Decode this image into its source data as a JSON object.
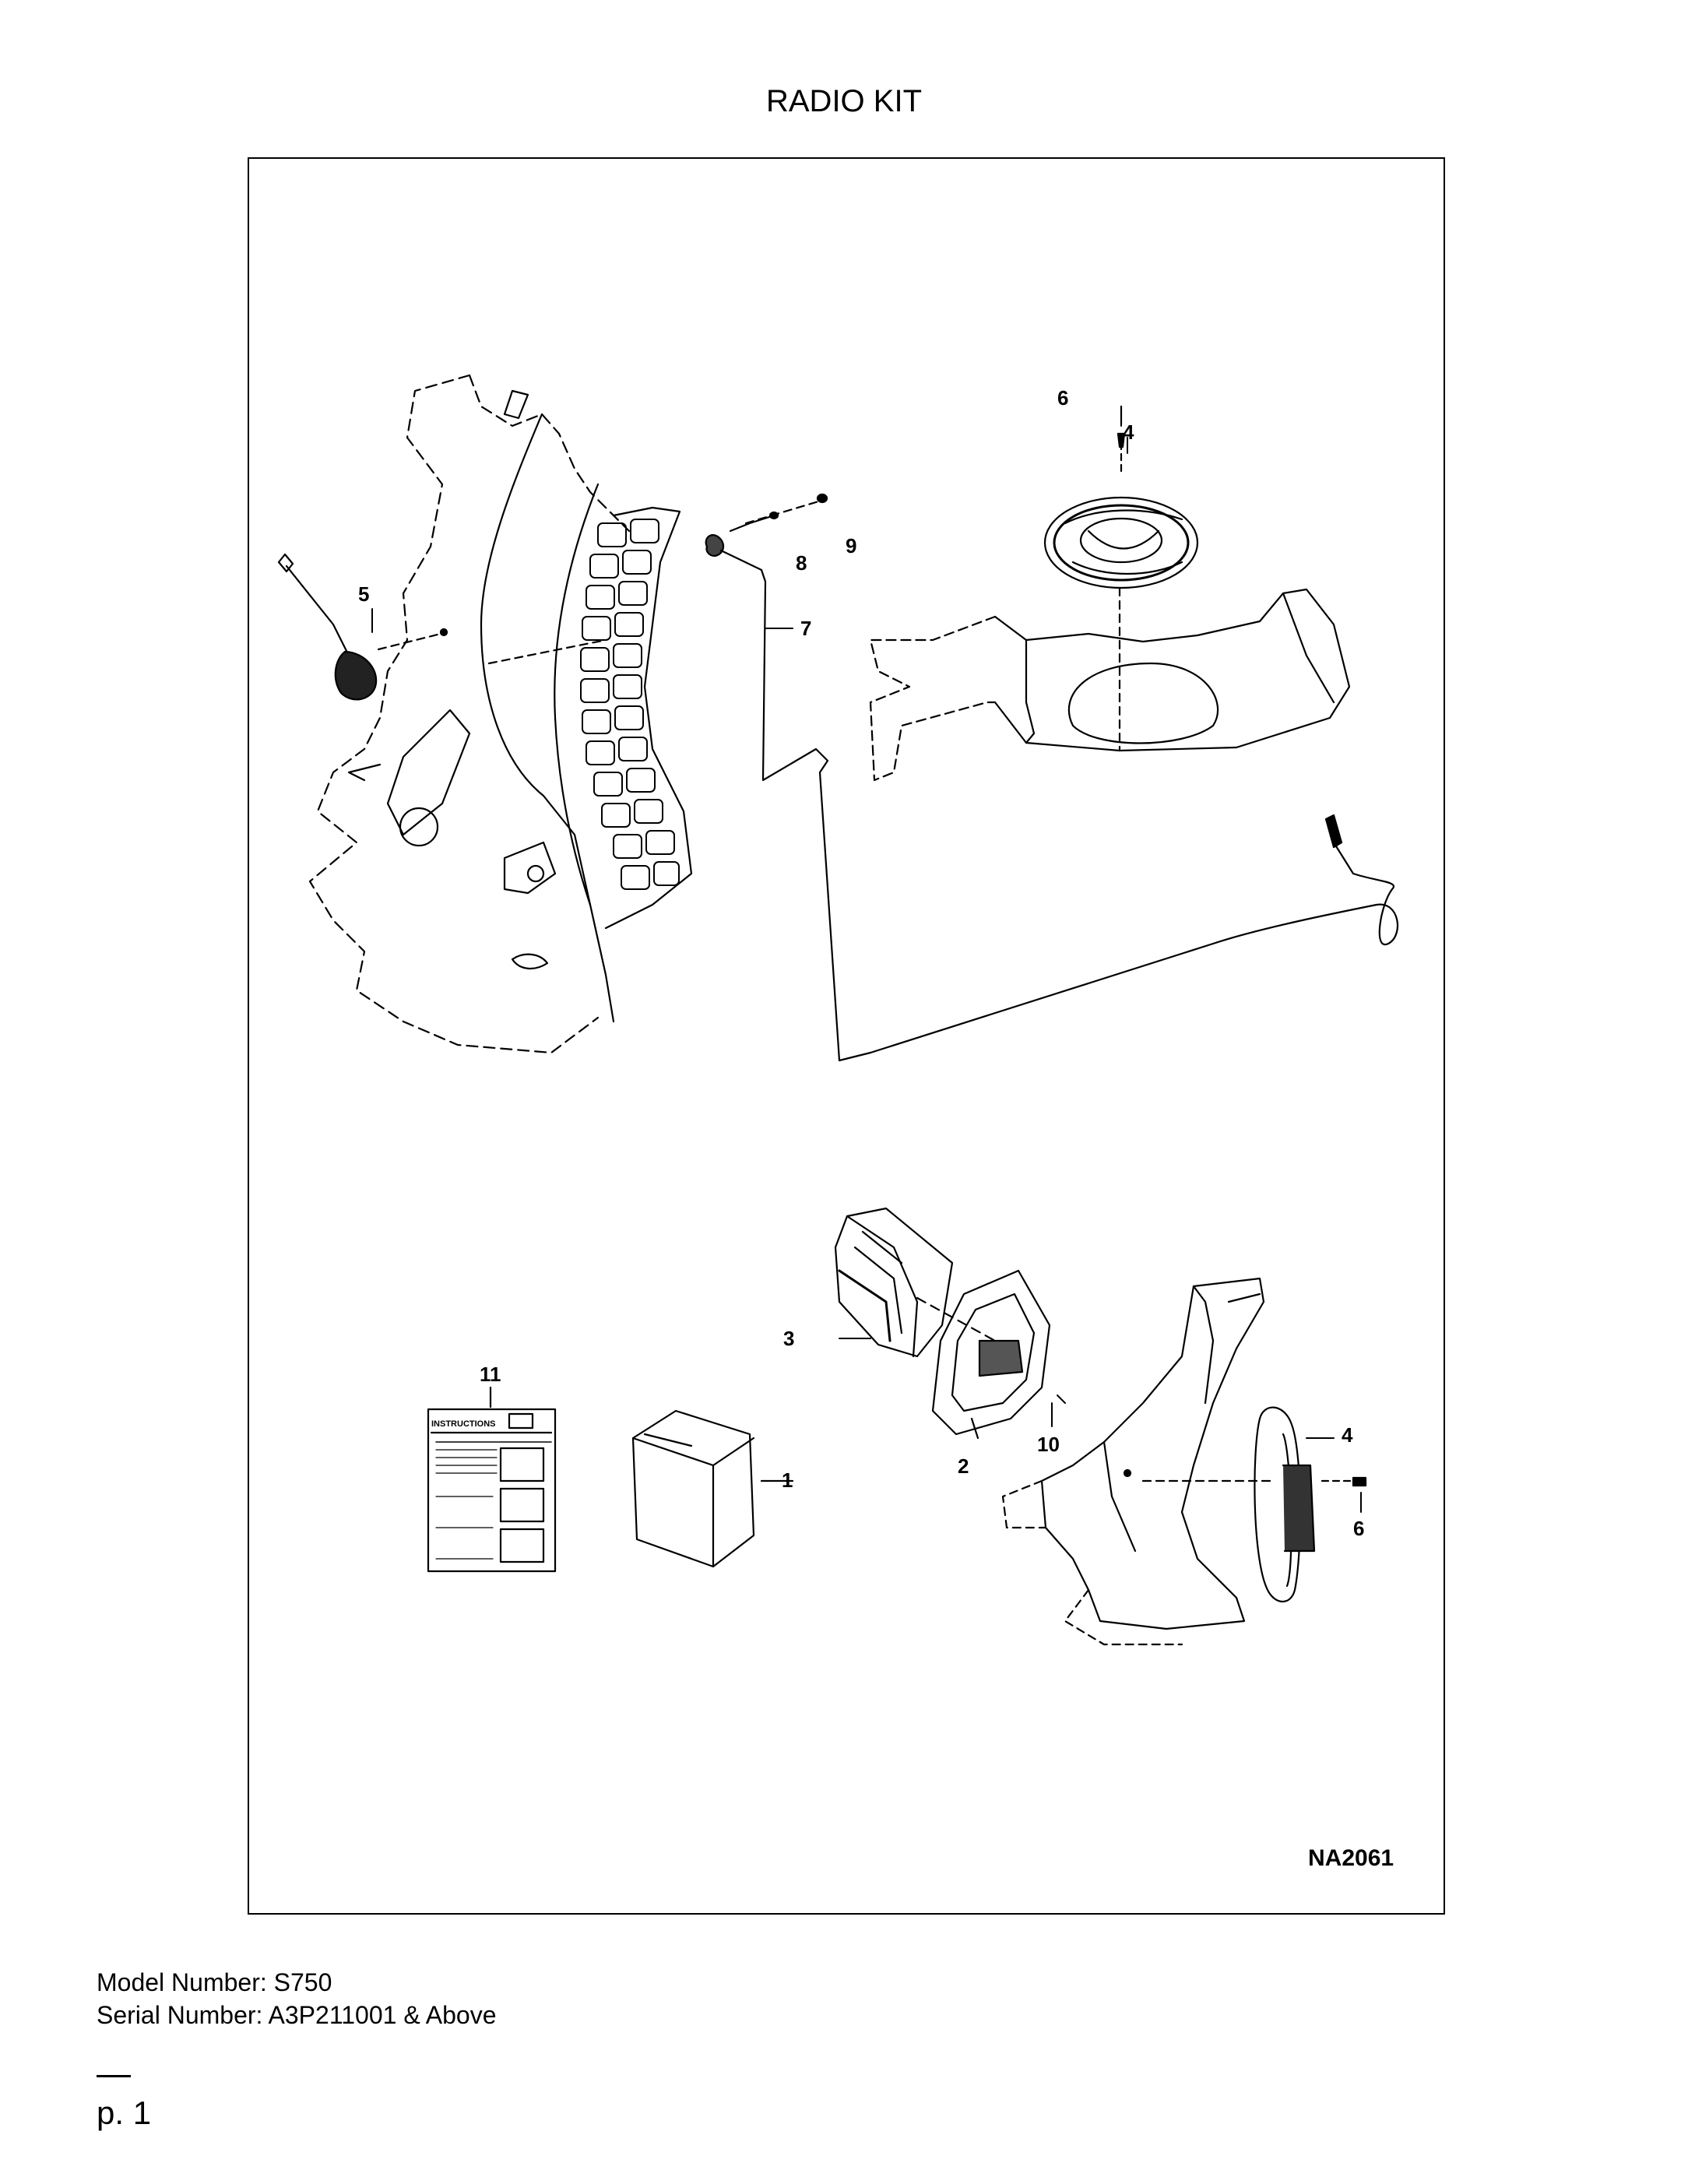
{
  "title": "RADIO KIT",
  "figure_id": "NA2061",
  "instructions_label": "INSTRUCTIONS",
  "callouts": {
    "c1": "1",
    "c2": "2",
    "c3": "3",
    "c4a": "4",
    "c4b": "4",
    "c5": "5",
    "c6a": "6",
    "c6b": "6",
    "c7": "7",
    "c8": "8",
    "c9": "9",
    "c10": "10",
    "c11": "11"
  },
  "model_line": "Model Number: S750",
  "serial_line": "Serial Number: A3P211001 & Above",
  "page_label": "p. 1"
}
